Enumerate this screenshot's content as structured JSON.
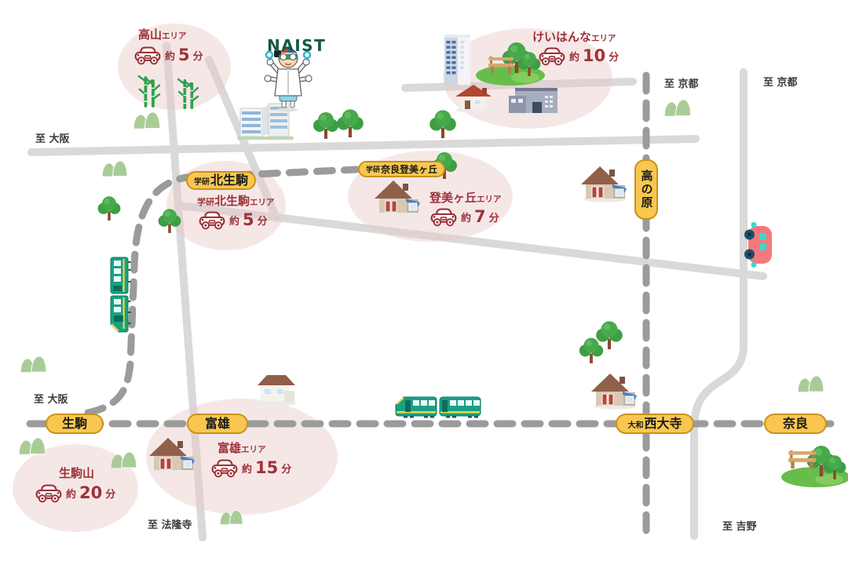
{
  "map": {
    "naist_label": "NAIST",
    "time_about": "約",
    "time_unit": "分",
    "areas": {
      "takayama": {
        "name": "高山",
        "suffix": "エリア",
        "minutes": "5"
      },
      "keihanna": {
        "name": "けいはんな",
        "suffix": "エリア",
        "minutes": "10"
      },
      "kitaikoma": {
        "prefix": "学研",
        "name": "北生駒",
        "suffix": "エリア",
        "minutes": "5"
      },
      "tomigaoka": {
        "name": "登美ヶ丘",
        "suffix": "エリア",
        "minutes": "7"
      },
      "tomio": {
        "name": "富雄",
        "suffix": "エリア",
        "minutes": "15"
      },
      "ikomayama": {
        "name": "生駒山",
        "suffix": "",
        "minutes": "20"
      }
    },
    "stations": {
      "gakken_kita_ikoma": {
        "prefix": "学研",
        "name": "北生駒"
      },
      "gakken_nara_tomigaoka": {
        "prefix": "学研",
        "name": "奈良登美ヶ丘"
      },
      "takanohara": {
        "name": "高の原"
      },
      "ikoma": {
        "name": "生駒"
      },
      "tomio": {
        "name": "富雄"
      },
      "yamato_saidaiji": {
        "prefix": "大和",
        "name": "西大寺"
      },
      "nara": {
        "name": "奈良"
      }
    },
    "directions": {
      "osaka_top": "至 大阪",
      "osaka_bottom": "至 大阪",
      "kyoto_left": "至 京都",
      "kyoto_right": "至 京都",
      "horyuji": "至 法隆寺",
      "yoshino": "至 吉野"
    },
    "colors": {
      "area_text": "#9d3238",
      "badge_bg": "#f9c74f",
      "badge_border": "#c8921f",
      "road": "#d9d9d9",
      "railway": "#9b9b9b",
      "area_ellipse": "#f3dede",
      "naist_green": "#15584a"
    }
  }
}
